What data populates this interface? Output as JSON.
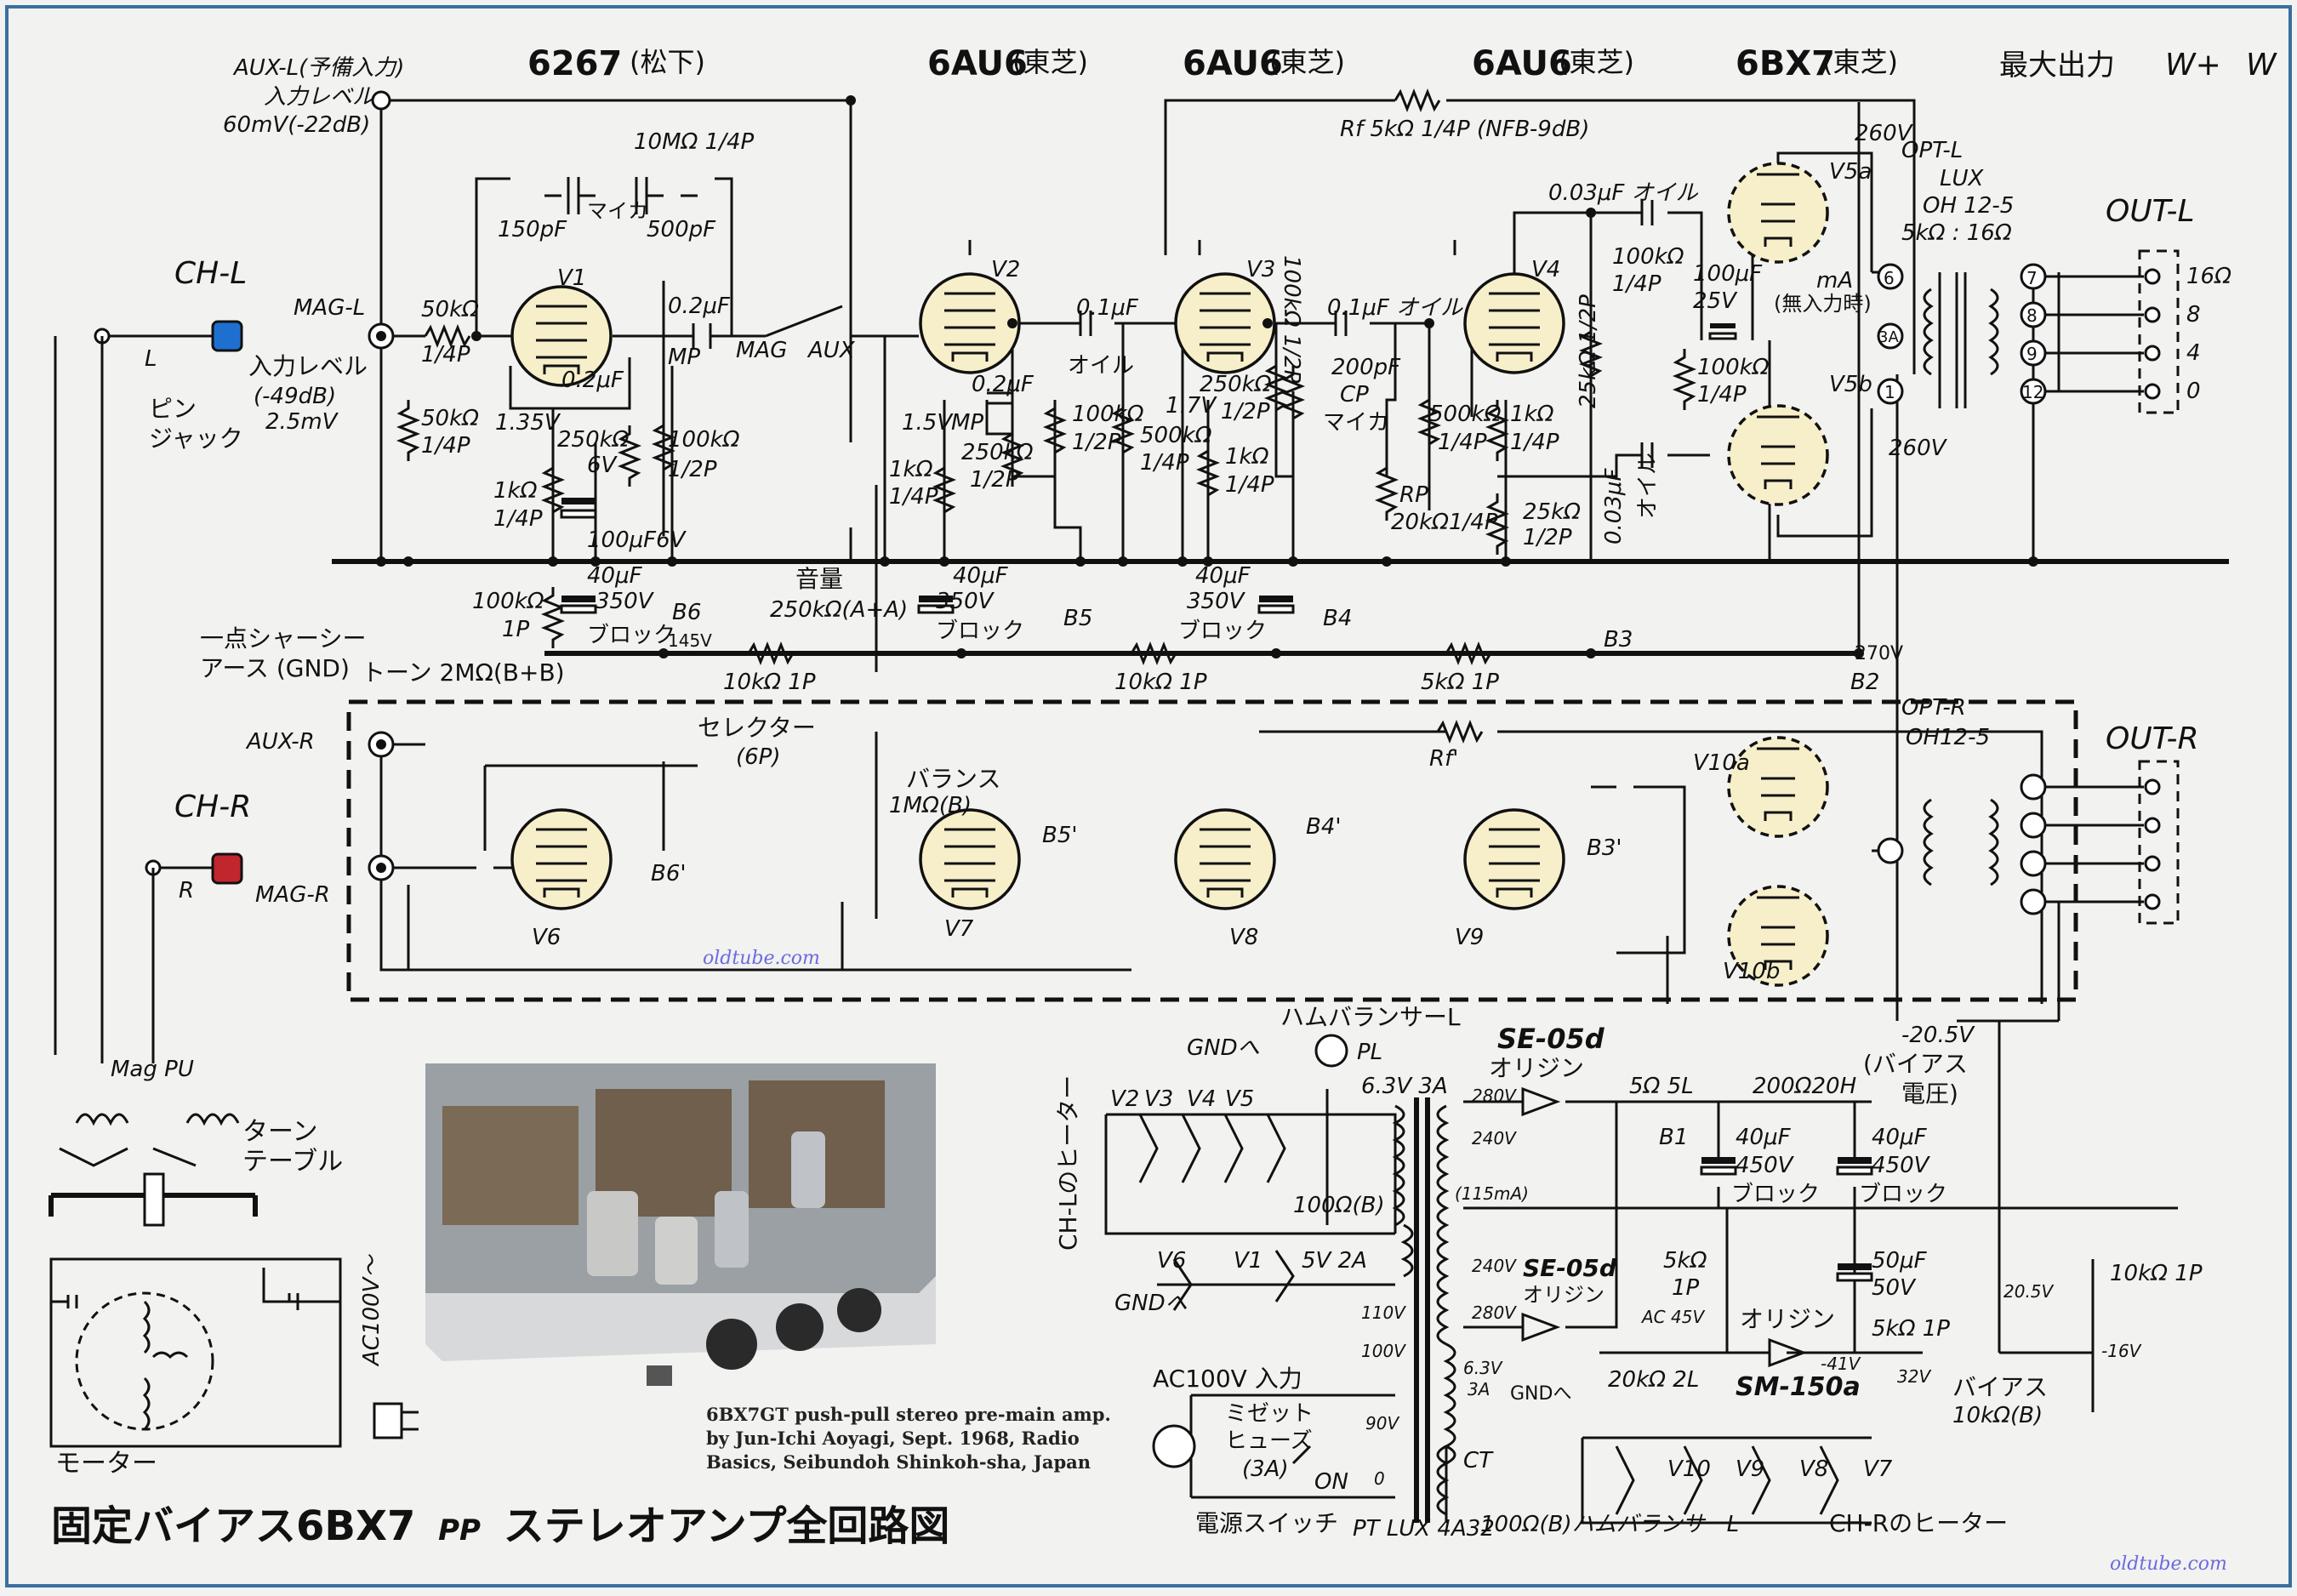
{
  "title": {
    "main": "固定バイアス6BX7",
    "pp": "PP",
    "rest": "ステレオアンプ全回路図"
  },
  "tube_headers": [
    {
      "type": "6267",
      "maker": "(松下)"
    },
    {
      "type": "6AU6",
      "maker": "(東芝)"
    },
    {
      "type": "6AU6",
      "maker": "(東芝)"
    },
    {
      "type": "6AU6",
      "maker": "(東芝)"
    },
    {
      "type": "6BX7",
      "maker": "(東芝)"
    }
  ],
  "max_output": {
    "label": "最大出力",
    "w_plus": "W+",
    "w": "W"
  },
  "inputs": {
    "aux_l": "AUX-L(予備入力)",
    "aux_l_level": "入力レベル",
    "aux_l_spec": "60mV(-22dB)",
    "ch_l": "CH-L",
    "l": "L",
    "mag_l": "MAG-L",
    "mag_level": "入力レベル",
    "mag_level_db": "(-49dB)",
    "mag_level_mv": "2.5mV",
    "pin_jack_1": "ピン",
    "pin_jack_2": "ジャック",
    "ch_r": "CH-R",
    "r": "R",
    "aux_r": "AUX-R",
    "mag_r": "MAG-R"
  },
  "tubes": {
    "v1": "V1",
    "v2": "V2",
    "v3": "V3",
    "v4": "V4",
    "v5a": "V5a",
    "v5b": "V5b",
    "v6": "V6",
    "v7": "V7",
    "v8": "V8",
    "v9": "V9",
    "v10a": "V10a",
    "v10b": "V10b"
  },
  "components": {
    "r_10m": "10MΩ 1/4P",
    "c_150p": "150pF",
    "c_mica": "マイカ",
    "c_500p": "500pF",
    "r_50k": "50kΩ",
    "r_50k_w": "1/4P",
    "r_50k2": "50kΩ",
    "r_50k2_w": "1/4P",
    "c_02_mp": "0.2μF",
    "mp": "MP",
    "sw_mag": "MAG",
    "sw_aux": "AUX",
    "c_02": "0.2μF",
    "r_250k_6v": "250kΩ",
    "v6": "6V",
    "r_100k": "100kΩ",
    "r_100k_w": "1/2P",
    "v135": "1.35V",
    "r_1k": "1kΩ",
    "r_1k_w": "1/4P",
    "c_100u": "100μF6V",
    "vol": "音量",
    "vol_spec": "250kΩ(A+A)",
    "c_01_oil": "0.1μF",
    "oil": "オイル",
    "c_01_oil2": "0.1μF オイル",
    "c_200p": "200pF",
    "cp": "CP",
    "cp_mica": "マイカ",
    "r_1k_v2": "1kΩ",
    "r_1k_v2_w": "1/4P",
    "v15": "1.5V",
    "mp2": "MP",
    "c_02_v2": "0.2μF",
    "r_250k_v2": "250kΩ",
    "r_250k_v2_w": "1/2P",
    "r_100k_v2": "100kΩ",
    "r_100k_v2_w": "1/2P",
    "r_500k": "500kΩ",
    "r_500k_w": "1/4P",
    "v17": "1.7V",
    "r_250k_v3": "250kΩ",
    "r_250k_v3_w": "1/2P",
    "r_100k_v3": "100kΩ 1/2P",
    "r_1k_v3": "1kΩ",
    "r_1k_v3_w": "1/4P",
    "r_500k_v4": "500kΩ",
    "r_500k_v4_w": "1/4P",
    "rp": "RP",
    "rp_spec": "20kΩ1/4P",
    "r_1k_v4": "1kΩ",
    "r_1k_v4_w": "1/4P",
    "r_25k_v4": "25kΩ",
    "r_25k_v4_w": "1/2P",
    "c_003_oil": "0.03μF オイル",
    "r_100k_v5": "100kΩ",
    "r_100k_v5_w": "1/4P",
    "c_100u_25": "100μF",
    "v25": "25V",
    "r_100k_b": "100kΩ",
    "r_100k_b_w": "1/4P",
    "r_25k_v5": "25kΩ 1/2P",
    "c_003_oil2": "0.03μF",
    "oil2": "オイル",
    "ma": "mA",
    "no_input": "(無入力時)",
    "rf": "Rf 5kΩ 1/4P (NFB-9dB)",
    "rf_r": "Rf'",
    "v260a": "260V",
    "v260b": "260V",
    "tone": "トーン 2MΩ(B+B)",
    "r_100k_1p": "100kΩ",
    "r_100k_1p_w": "1P",
    "c_40u_350_a": "40μF",
    "c_40u_350_a_v": "350V",
    "block_a": "ブロック",
    "c_40u_350_b": "40μF",
    "c_40u_350_b_v": "350V",
    "block_b": "ブロック",
    "c_40u_350_c": "40μF",
    "c_40u_350_c_v": "350V",
    "block_c": "ブロック",
    "b6": "B6",
    "v145": "145V",
    "b5": "B5",
    "b4": "B4",
    "b3": "B3",
    "b2": "B2",
    "v270": "270V",
    "r_10k_1p_a": "10kΩ 1P",
    "r_10k_1p_b": "10kΩ 1P",
    "r_5k_1p": "5kΩ 1P",
    "selector": "セレクター",
    "selector_6p": "(6P)",
    "balance": "バランス",
    "balance_spec": "1MΩ(B)",
    "b6r": "B6'",
    "b5r": "B5'",
    "b4r": "B4'",
    "b3r": "B3'",
    "gnd_1": "一点シャーシー",
    "gnd_2": "アース (GND)"
  },
  "outputs": {
    "opt_l": "OPT-L",
    "lux": "LUX",
    "oh": "OH 12-5",
    "imp": "5kΩ : 16Ω",
    "out_l": "OUT-L",
    "taps": [
      "16Ω",
      "8",
      "4",
      "0"
    ],
    "opt_r": "OPT-R",
    "oh_r": "OH12-5",
    "out_r": "OUT-R",
    "pin6": "6",
    "pin3a": "3A",
    "pin1": "1",
    "pin7": "7",
    "pin8": "8",
    "pin9": "9",
    "pin12": "12"
  },
  "power": {
    "ham_l": "ハムバランサーL",
    "gnd_he": "GNDへ",
    "pl": "PL",
    "v63_3a": "6.3V 3A",
    "heater_l": "CH-Lのヒーター",
    "hv2": "V2",
    "hv3": "V3",
    "hv4": "V4",
    "hv5": "V5",
    "r100_b": "100Ω(B)",
    "v6h": "V6",
    "v1h": "V1",
    "v5_2a": "5V 2A",
    "gnd_he2": "GNDへ",
    "se05d_a": "SE-05d",
    "origin_a": "オリジン",
    "v280a": "280V",
    "v240a": "240V",
    "ma115": "(115mA)",
    "v240b": "240V",
    "v280b": "280V",
    "se05d_b": "SE-05d",
    "origin_b": "オリジン",
    "r_5_5l": "5Ω 5L",
    "r_200_20h": "200Ω20H",
    "b1": "B1",
    "c_40u_450_a": "40μF",
    "c_40u_450_a_v": "450V",
    "block_d": "ブロック",
    "c_40u_450_b": "40μF",
    "c_40u_450_b_v": "450V",
    "block_e": "ブロック",
    "bias_volt": "-20.5V",
    "bias_label_1": "(バイアス",
    "bias_label_2": "電圧)",
    "r_5k_1p": "5kΩ",
    "r_5k_1p_w": "1P",
    "c_50u": "50μF",
    "c_50u_v": "50V",
    "origin_c": "オリジン",
    "ac45": "AC 45V",
    "v41": "-41V",
    "r_20k_2l": "20kΩ 2L",
    "sm150a": "SM-150a",
    "r_5k_1p_b": "5kΩ 1P",
    "v32": "32V",
    "v205": "20.5V",
    "r_10k_1p": "10kΩ 1P",
    "v16": "-16V",
    "bias_pot": "バイアス",
    "bias_pot_spec": "10kΩ(B)",
    "ac100_in": "AC100V 入力",
    "fuse_1": "ミゼット",
    "fuse_2": "ヒューズ",
    "fuse_3": "(3A)",
    "on": "ON",
    "power_sw": "電源スイッチ",
    "pt": "PT LUX 4A32",
    "v110": "110V",
    "v100": "100V",
    "v90": "90V",
    "v0": "0",
    "v63b": "6.3V",
    "a3": "3A",
    "ct": "CT",
    "gnd_he3": "GNDへ",
    "hv10": "V10",
    "hv9": "V9",
    "hv8": "V8",
    "hv7": "V7",
    "ham_r": "100Ω(B)ハムバランサーL",
    "heater_r": "CH-Rのヒーター"
  },
  "turntable": {
    "mag_pu": "Mag PU",
    "turn_1": "ターン",
    "turn_2": "テーブル",
    "motor": "モーター",
    "ac100": "AC100V～"
  },
  "caption": {
    "line1": "6BX7GT push-pull stereo pre-main amp.",
    "line2": "by Jun-Ichi Aoyagi, Sept. 1968, Radio",
    "line3": "Basics, Seibundoh Shinkoh-sha, Japan"
  },
  "watermark_a": "oldtube.com",
  "watermark_b": "oldtube.com",
  "colors": {
    "paper": "#f2f2f0",
    "tube_fill": "#f7efc9",
    "pin_l": "#1e6fd0",
    "pin_r": "#c0262c",
    "watermark": "#6b6be0",
    "frame": "#3a6fa0"
  }
}
